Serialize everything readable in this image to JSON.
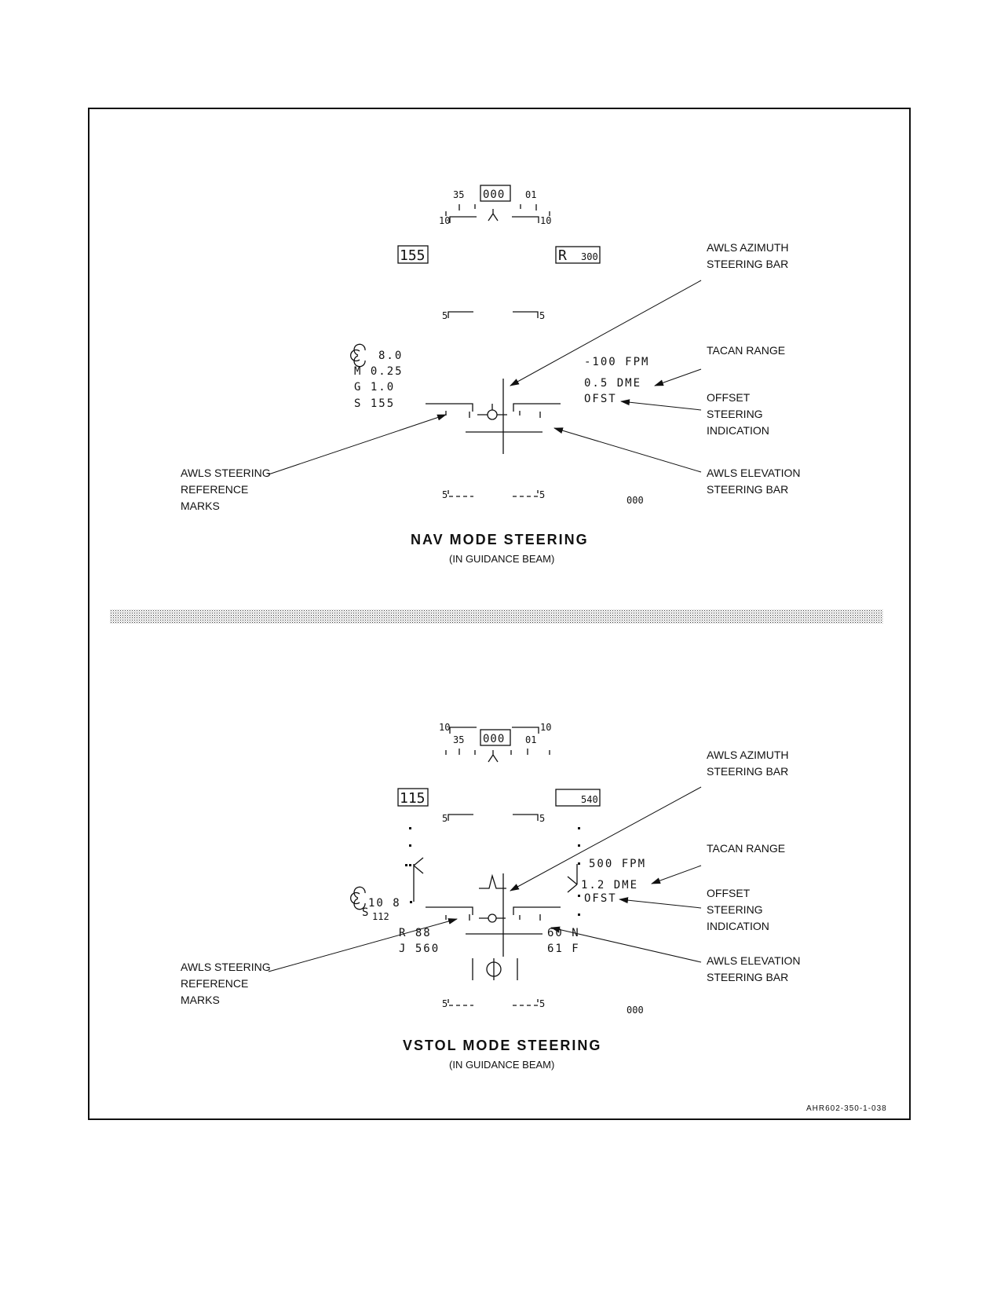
{
  "panels": [
    {
      "title": "NAV MODE STEERING",
      "subtitle": "(IN GUIDANCE BEAM)",
      "heading": {
        "left": "35",
        "center": "000",
        "right": "01",
        "scale_left": "10",
        "scale_right": "10"
      },
      "airspeed_box": "155",
      "altitude_box": {
        "prefix": "R",
        "value": "300"
      },
      "pitch_top": {
        "left": "5",
        "right": "5"
      },
      "pitch_bottom": {
        "left": "5",
        "right": "5"
      },
      "left_block": {
        "line1": "8.0",
        "line2": "M 0.25",
        "line3": "G  1.0",
        "line4": "S  155"
      },
      "right_block": {
        "line1": "-100 FPM",
        "line2": "0.5  DME",
        "line3": "OFST"
      },
      "bottom_heading": "000",
      "callouts": {
        "azimuth": [
          "AWLS AZIMUTH",
          "STEERING BAR"
        ],
        "tacan": [
          "TACAN RANGE"
        ],
        "offset": [
          "OFFSET",
          "STEERING",
          "INDICATION"
        ],
        "elevation": [
          "AWLS ELEVATION",
          "STEERING BAR"
        ],
        "reference": [
          "AWLS STEERING",
          "REFERENCE",
          "MARKS"
        ]
      }
    },
    {
      "title": "VSTOL MODE STEERING",
      "subtitle": "(IN GUIDANCE BEAM)",
      "heading": {
        "left": "35",
        "center": "000",
        "right": "01",
        "scale_left": "10",
        "scale_right": "10"
      },
      "airspeed_box": "115",
      "altitude_box": {
        "prefix": "",
        "value": "540"
      },
      "pitch_top": {
        "left": "5",
        "right": "5"
      },
      "pitch_bottom": {
        "left": "5",
        "right": "5"
      },
      "left_block": {
        "line1": "10  8",
        "line2": "S",
        "line3": "112"
      },
      "right_block": {
        "line1": "500 FPM",
        "line2": "1.2  DME",
        "line3": "OFST"
      },
      "lower_left": {
        "line1": "R   88",
        "line2": "J 560"
      },
      "lower_right": {
        "line1": "60   N",
        "line2": "61   F"
      },
      "bottom_heading": "000",
      "callouts": {
        "azimuth": [
          "AWLS AZIMUTH",
          "STEERING BAR"
        ],
        "tacan": [
          "TACAN RANGE"
        ],
        "offset": [
          "OFFSET",
          "STEERING",
          "INDICATION"
        ],
        "elevation": [
          "AWLS ELEVATION",
          "STEERING BAR"
        ],
        "reference": [
          "AWLS STEERING",
          "REFERENCE",
          "MARKS"
        ]
      }
    }
  ],
  "figure_id": "AHR602-350-1-038"
}
